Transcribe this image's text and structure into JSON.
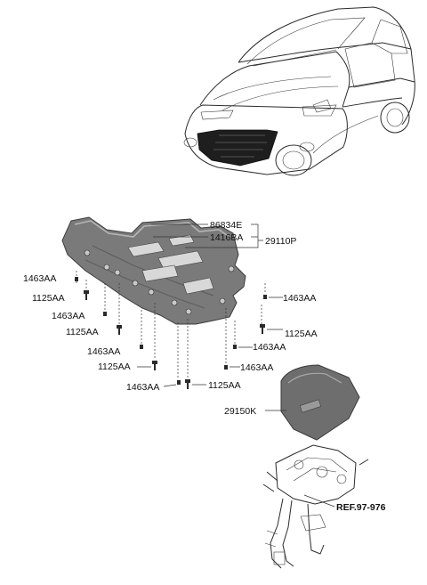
{
  "callouts": {
    "c86834E": "86834E",
    "c1416BA": "1416BA",
    "c29110P": "29110P",
    "c29150K": "29150K",
    "ref": "REF.97-976",
    "l1463AA_a": "1463AA",
    "l1125AA_a": "1125AA",
    "l1463AA_b": "1463AA",
    "l1125AA_b": "1125AA",
    "l1463AA_c": "1463AA",
    "l1125AA_c": "1125AA",
    "l1463AA_d": "1463AA",
    "l1125AA_d": "1125AA",
    "r1463AA_a": "1463AA",
    "r1125AA_a": "1125AA",
    "r1463AA_b": "1463AA",
    "r1463AA_c": "1463AA"
  },
  "colors": {
    "panel_fill": "#7a7a7a",
    "panel_edge": "#3c3c3c",
    "cover_fill": "#6e6e6e",
    "car_line": "#333333",
    "grille_fill": "#1e1e1e"
  }
}
